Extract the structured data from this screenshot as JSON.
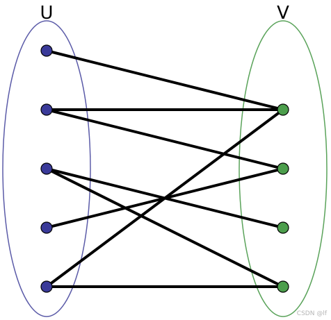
{
  "sets": {
    "u": {
      "label": "U",
      "stroke": "#5b5ba8",
      "node_fill": "#3a3a99"
    },
    "v": {
      "label": "V",
      "stroke": "#5aa35a",
      "node_fill": "#4c9e4c"
    }
  },
  "u_nodes": [
    "u1",
    "u2",
    "u3",
    "u4",
    "u5"
  ],
  "v_nodes": [
    "v1",
    "v2",
    "v3",
    "v4"
  ],
  "edges": [
    [
      "u1",
      "v1"
    ],
    [
      "u2",
      "v1"
    ],
    [
      "u2",
      "v2"
    ],
    [
      "u3",
      "v3"
    ],
    [
      "u3",
      "v4"
    ],
    [
      "u4",
      "v2"
    ],
    [
      "u5",
      "v1"
    ],
    [
      "u5",
      "v4"
    ]
  ],
  "edge_color": "#000000",
  "watermark": "CSDN @lf"
}
